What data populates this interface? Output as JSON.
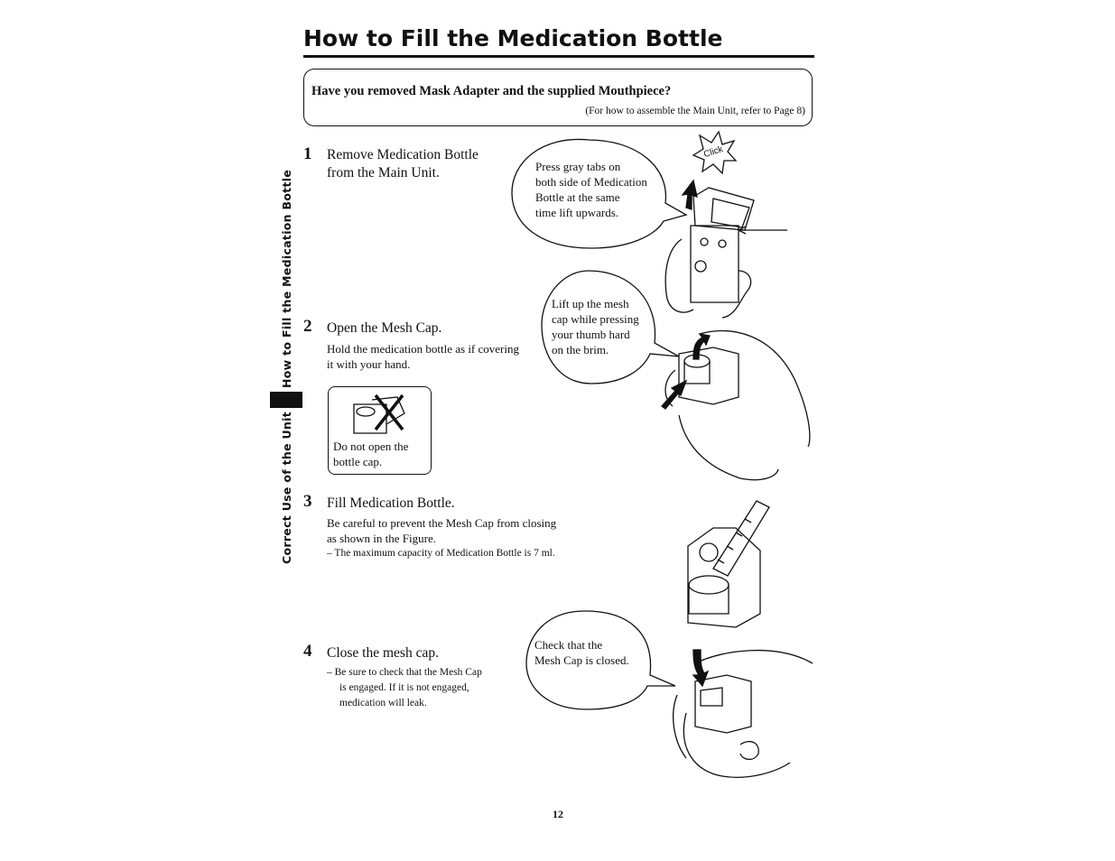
{
  "title": "How to Fill the Medication Bottle",
  "notice": {
    "question": "Have you removed Mask Adapter and the supplied Mouthpiece?",
    "reference": "(For how to assemble the Main Unit, refer to Page 8)"
  },
  "sidebar": {
    "section": "Correct Use of the Unit",
    "topic": "How to Fill the Medication Bottle"
  },
  "steps": [
    {
      "number": "1",
      "title_line1": "Remove Medication Bottle",
      "title_line2": "from the Main Unit.",
      "bubble": [
        "Press gray tabs on",
        "both side of Medication",
        "Bottle at the same",
        "time lift upwards."
      ],
      "click_label": "Click"
    },
    {
      "number": "2",
      "title": "Open the Mesh Cap.",
      "body_line1": "Hold the medication bottle as if covering",
      "body_line2": "it with your hand.",
      "bubble": [
        "Lift up the mesh",
        "cap while pressing",
        "your thumb hard",
        "on the brim."
      ],
      "warning_line1": "Do not open the",
      "warning_line2": "bottle cap."
    },
    {
      "number": "3",
      "title": "Fill Medication Bottle.",
      "body_line1": "Be careful to prevent the Mesh Cap from closing",
      "body_line2": "as shown in the Figure.",
      "note": "–  The maximum capacity of Medication Bottle is 7 ml."
    },
    {
      "number": "4",
      "title": "Close the mesh cap.",
      "note_line1": "–  Be sure to check that the Mesh Cap",
      "note_line2": "is engaged.  If it is not engaged,",
      "note_line3": "medication will leak.",
      "bubble": [
        "Check that the",
        "Mesh Cap is closed."
      ]
    }
  ],
  "page_number": "12"
}
